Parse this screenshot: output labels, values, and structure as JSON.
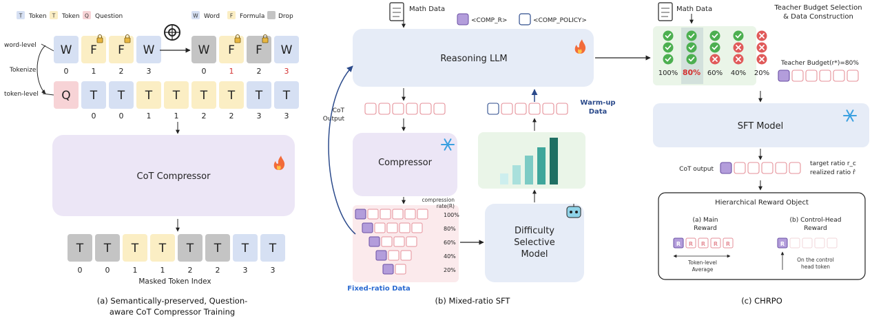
{
  "panel_a": {
    "legend": {
      "token": "Token",
      "token_frozen": "Token",
      "question": "Question",
      "word": "Word",
      "formula": "Formula",
      "drop": "Drop"
    },
    "legend_glyphs": {
      "t": "T",
      "q": "Q",
      "w": "W",
      "f": "F"
    },
    "word_level_label": "word-level",
    "token_level_label": "token-level",
    "tokenize_label": "Tokenize",
    "word_row_left": {
      "letters": [
        "W",
        "F",
        "F",
        "W"
      ],
      "indices": [
        "0",
        "1",
        "2",
        "3"
      ]
    },
    "word_row_right": {
      "letters": [
        "W",
        "F",
        "F",
        "W"
      ],
      "indices": [
        "0",
        "1",
        "2",
        "3"
      ]
    },
    "token_row": {
      "letters": [
        "Q",
        "T",
        "T",
        "T",
        "T",
        "T",
        "T",
        "T",
        "T"
      ],
      "indices": [
        "0",
        "0",
        "1",
        "1",
        "2",
        "2",
        "3",
        "3"
      ]
    },
    "compressor_label": "CoT Compressor",
    "masked_row": {
      "letters": [
        "T",
        "T",
        "T",
        "T",
        "T",
        "T",
        "T",
        "T"
      ],
      "indices": [
        "0",
        "0",
        "1",
        "1",
        "2",
        "2",
        "3",
        "3"
      ]
    },
    "masked_label": "Masked Token Index",
    "caption_line1": "(a) Semantically-preserved, Question-",
    "caption_line2": "aware CoT Compressor Training"
  },
  "panel_b": {
    "math_data": "Math Data",
    "comp_r": "<COMP_R>",
    "comp_policy": "<COMP_POLICY>",
    "llm_label": "Reasoning LLM",
    "cot_output_line1": "CoT",
    "cot_output_line2": "Output",
    "compressor_label": "Compressor",
    "compression_rate_line1": "compression",
    "compression_rate_line2": "rate(R)",
    "rates": [
      "100%",
      "80%",
      "60%",
      "40%",
      "20%"
    ],
    "fixed_ratio_label": "Fixed-ratio Data",
    "difficulty_line1": "Difficulty",
    "difficulty_line2": "Selective",
    "difficulty_line3": "Model",
    "warmup_line1": "Warm-up",
    "warmup_line2": "Data",
    "caption": "(b) Mixed-ratio SFT"
  },
  "panel_c": {
    "math_data": "Math Data",
    "teacher_title_line1": "Teacher Budget Selection",
    "teacher_title_line2": "& Data Construction",
    "percents": [
      "100%",
      "80%",
      "60%",
      "40%",
      "20%"
    ],
    "teacher_budget": "Teacher Budget(r*)=80%",
    "sft_label": "SFT Model",
    "cot_output": "CoT output",
    "target_ratio": "target ratio r_c",
    "realized_ratio": "realized ratio r̂",
    "reward_title": "Hierarchical Reward Object",
    "main_reward_line1": "(a) Main",
    "main_reward_line2": "Reward",
    "control_reward_line1": "(b) Control-Head",
    "control_reward_line2": "Reward",
    "token_avg_line1": "Token-level",
    "token_avg_line2": "Average",
    "control_token_line1": "On the control",
    "control_token_line2": "head token",
    "reward_glyph": "R",
    "caption": "(c) CHRPO"
  },
  "colors": {
    "blue_tile": "#d6e0f3",
    "yellow_tile": "#fbeec4",
    "pink_tile": "#f7d3d6",
    "gray_tile": "#c4c4c4",
    "lavender": "#ece6f6",
    "llm_blue": "#e6ecf7",
    "pink_bg": "#fbeaec",
    "green_bg": "#eaf5e8",
    "purple": "#b39ddb",
    "dark_blue": "#2b4a8b",
    "check_green": "#4caf50",
    "cross_red": "#e05a5a"
  }
}
